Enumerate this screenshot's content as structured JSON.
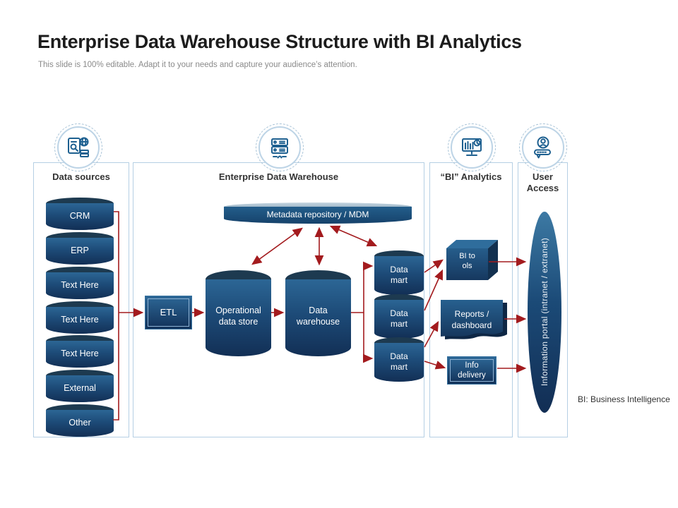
{
  "slide": {
    "title": "Enterprise Data Warehouse Structure with BI Analytics",
    "subtitle": "This slide is 100% editable. Adapt it to your needs and capture your audience’s attention.",
    "footnote": "BI: Business Intelligence"
  },
  "columns": {
    "sources": {
      "title": "Data sources",
      "icon": "database-search-icon",
      "items": [
        "CRM",
        "ERP",
        "Text Here",
        "Text Here",
        "Text Here",
        "External",
        "Other"
      ]
    },
    "edw": {
      "title": "Enterprise Data Warehouse",
      "icon": "server-stack-icon",
      "metadata_label": "Metadata repository / MDM",
      "etl_label": "ETL",
      "ods_label": "Operational data store",
      "dw_label": "Data warehouse",
      "marts": [
        "Data mart",
        "Data mart",
        "Data mart"
      ]
    },
    "bi": {
      "title": "“BI” Analytics",
      "icon": "analytics-monitor-icon",
      "tools_label": "BI tools",
      "reports_label": "Reports / dashboard",
      "info_label": "Info delivery"
    },
    "user": {
      "title": "User Access",
      "icon": "user-access-icon",
      "portal_label": "Information portal (intranet / extranet)"
    }
  },
  "colors": {
    "arrow": "#a31b1e",
    "icon_accent": "#1e6090",
    "panel_border": "#b5cfe4",
    "shape_dark": "#122f55",
    "shape_mid": "#2c6695"
  }
}
